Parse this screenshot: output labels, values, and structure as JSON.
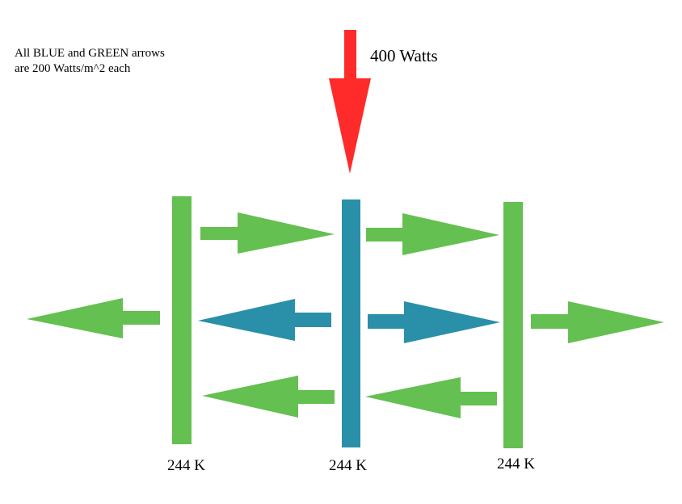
{
  "note": {
    "line1": "All BLUE and GREEN arrows",
    "line2": "are 200 Watts/m^2 each"
  },
  "input_label": "400 Watts",
  "plates": [
    {
      "temperature": "244 K",
      "color": "green"
    },
    {
      "temperature": "244 K",
      "color": "blue"
    },
    {
      "temperature": "244 K",
      "color": "green"
    }
  ],
  "colors": {
    "green": "#64c050",
    "blue": "#2a8fa8",
    "red": "#ff2a2a"
  }
}
